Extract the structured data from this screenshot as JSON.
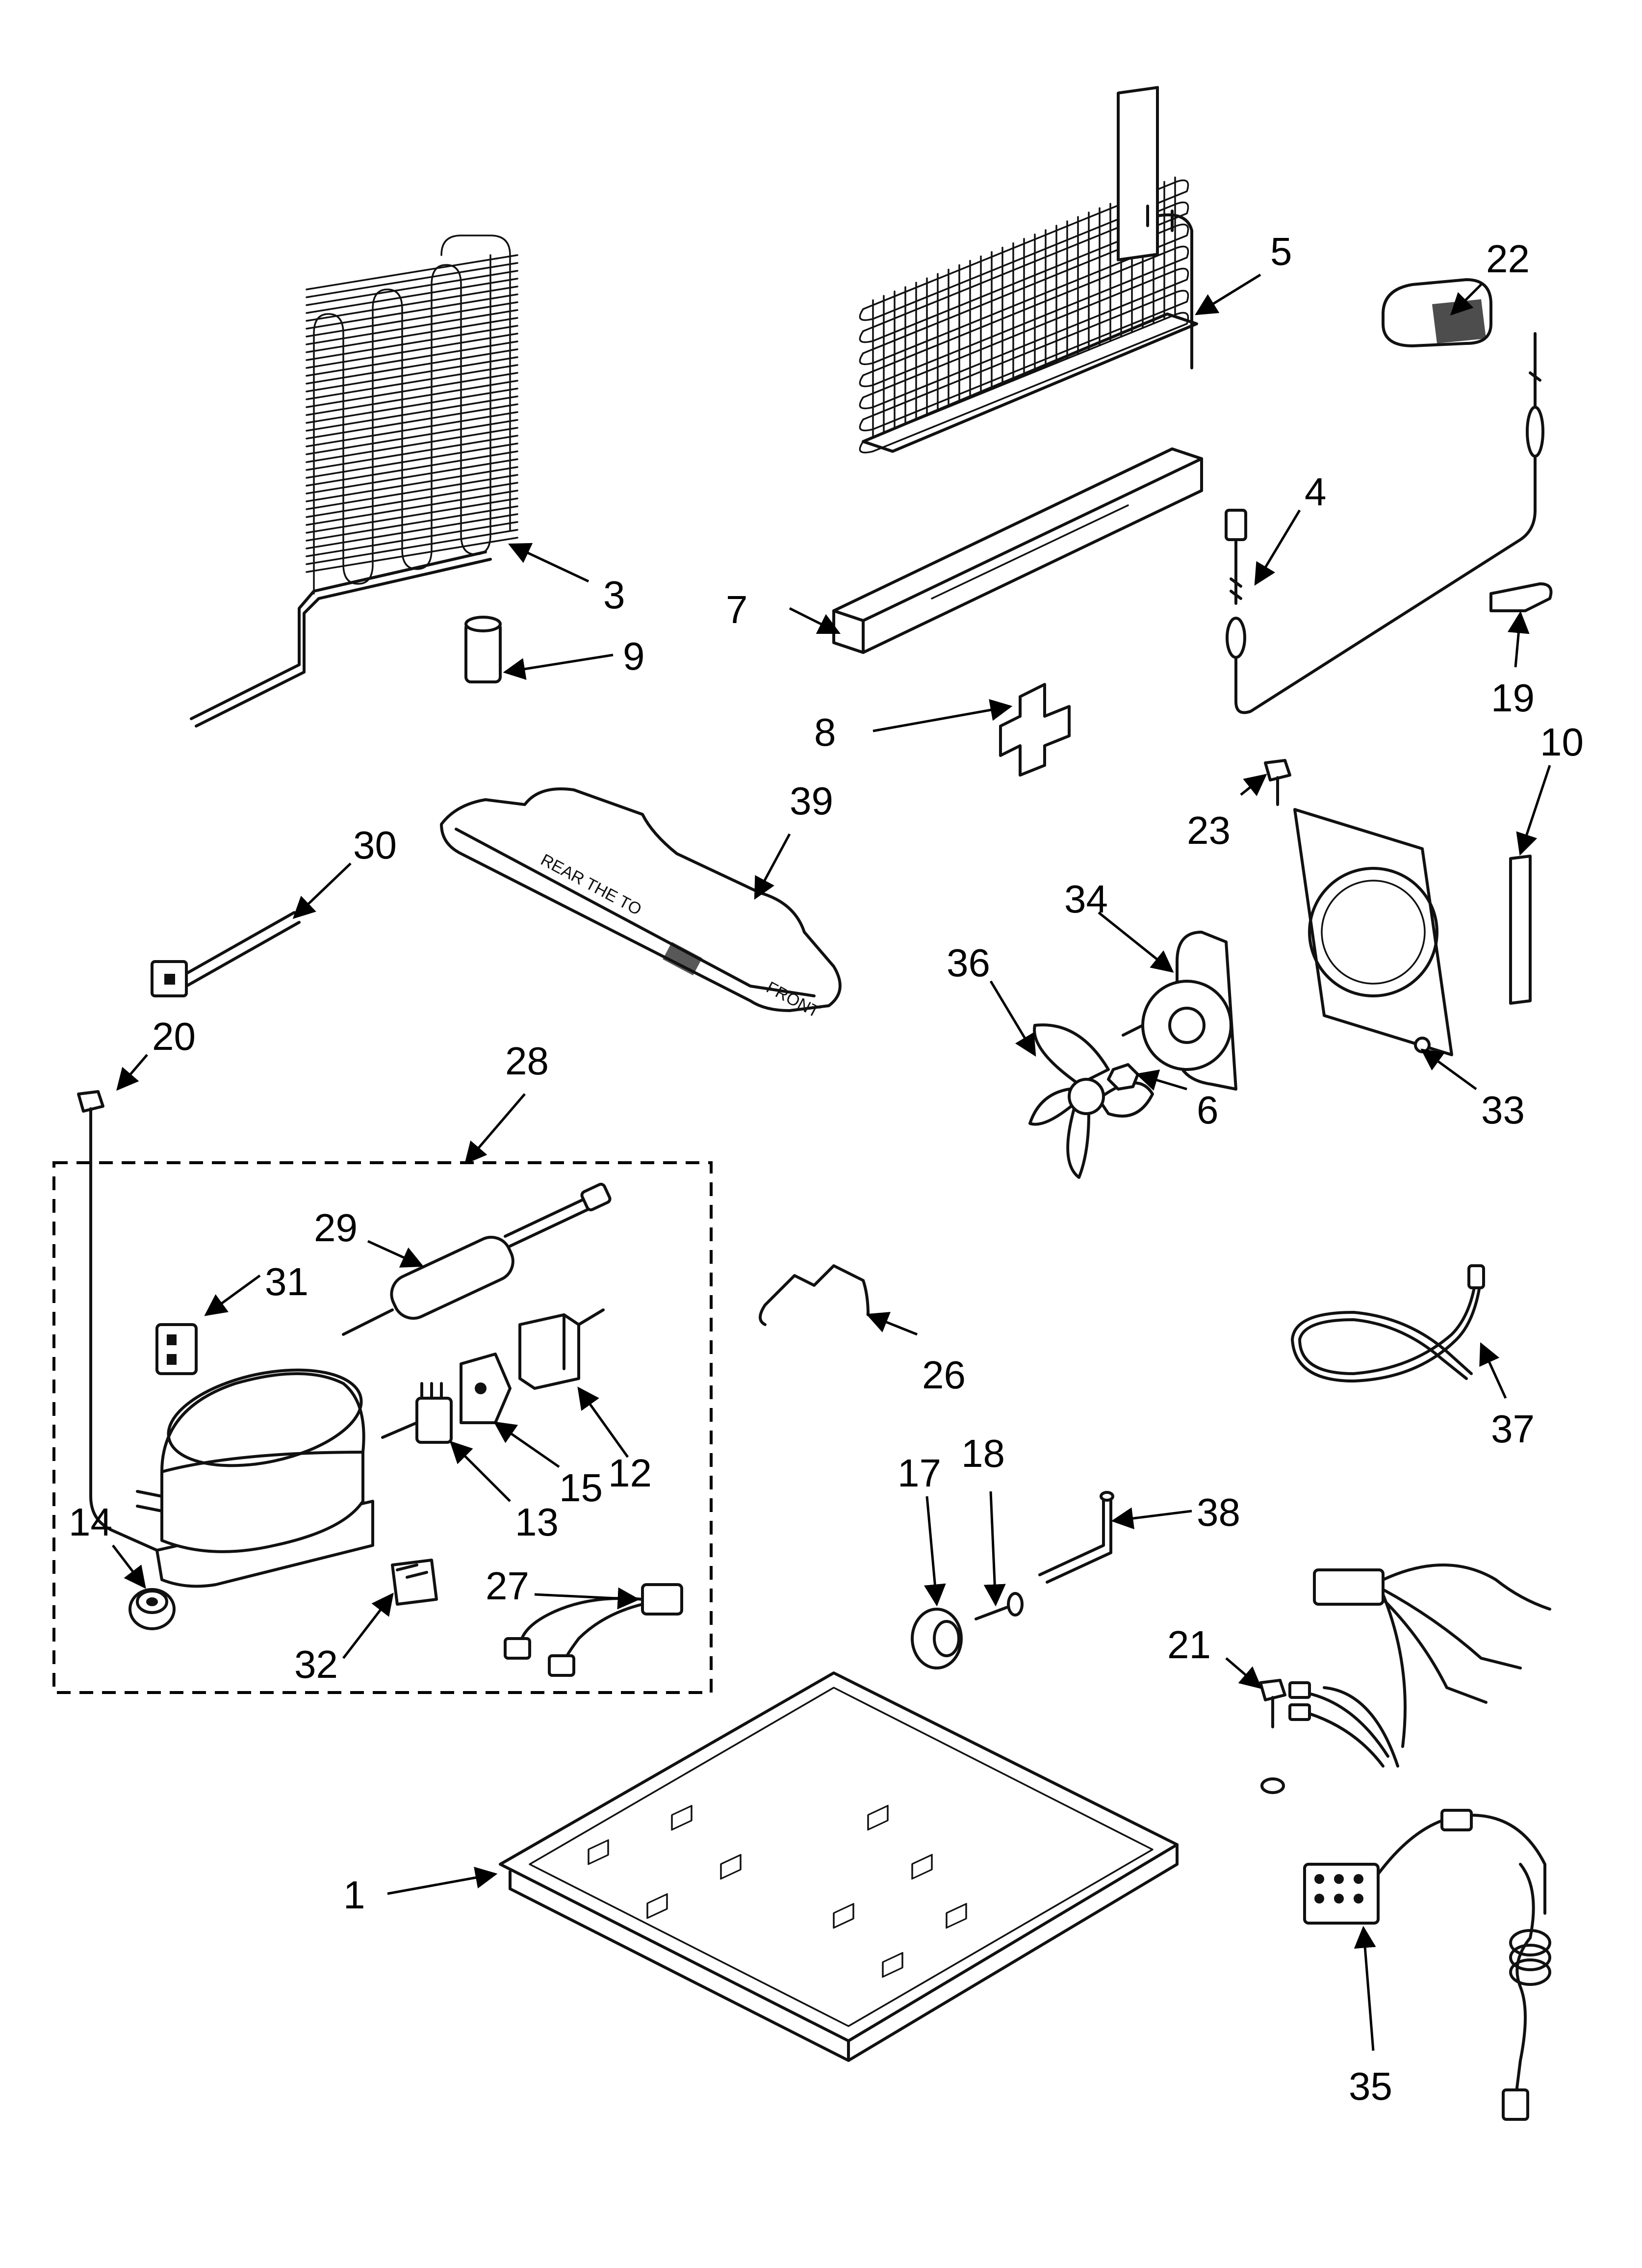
{
  "diagram": {
    "tray_marks": {
      "line1": "REAR THE TO",
      "line2": "FRONT"
    },
    "callouts": [
      {
        "id": "1",
        "label": "1"
      },
      {
        "id": "3",
        "label": "3"
      },
      {
        "id": "4",
        "label": "4"
      },
      {
        "id": "5",
        "label": "5"
      },
      {
        "id": "6",
        "label": "6"
      },
      {
        "id": "7",
        "label": "7"
      },
      {
        "id": "8",
        "label": "8"
      },
      {
        "id": "9",
        "label": "9"
      },
      {
        "id": "10",
        "label": "10"
      },
      {
        "id": "12",
        "label": "12"
      },
      {
        "id": "13",
        "label": "13"
      },
      {
        "id": "14",
        "label": "14"
      },
      {
        "id": "15",
        "label": "15"
      },
      {
        "id": "17",
        "label": "17"
      },
      {
        "id": "18",
        "label": "18"
      },
      {
        "id": "19",
        "label": "19"
      },
      {
        "id": "20",
        "label": "20"
      },
      {
        "id": "21",
        "label": "21"
      },
      {
        "id": "22",
        "label": "22"
      },
      {
        "id": "23",
        "label": "23"
      },
      {
        "id": "26",
        "label": "26"
      },
      {
        "id": "27",
        "label": "27"
      },
      {
        "id": "28",
        "label": "28"
      },
      {
        "id": "29",
        "label": "29"
      },
      {
        "id": "30",
        "label": "30"
      },
      {
        "id": "31",
        "label": "31"
      },
      {
        "id": "32",
        "label": "32"
      },
      {
        "id": "33",
        "label": "33"
      },
      {
        "id": "34",
        "label": "34"
      },
      {
        "id": "35",
        "label": "35"
      },
      {
        "id": "36",
        "label": "36"
      },
      {
        "id": "37",
        "label": "37"
      },
      {
        "id": "38",
        "label": "38"
      },
      {
        "id": "39",
        "label": "39"
      }
    ]
  }
}
